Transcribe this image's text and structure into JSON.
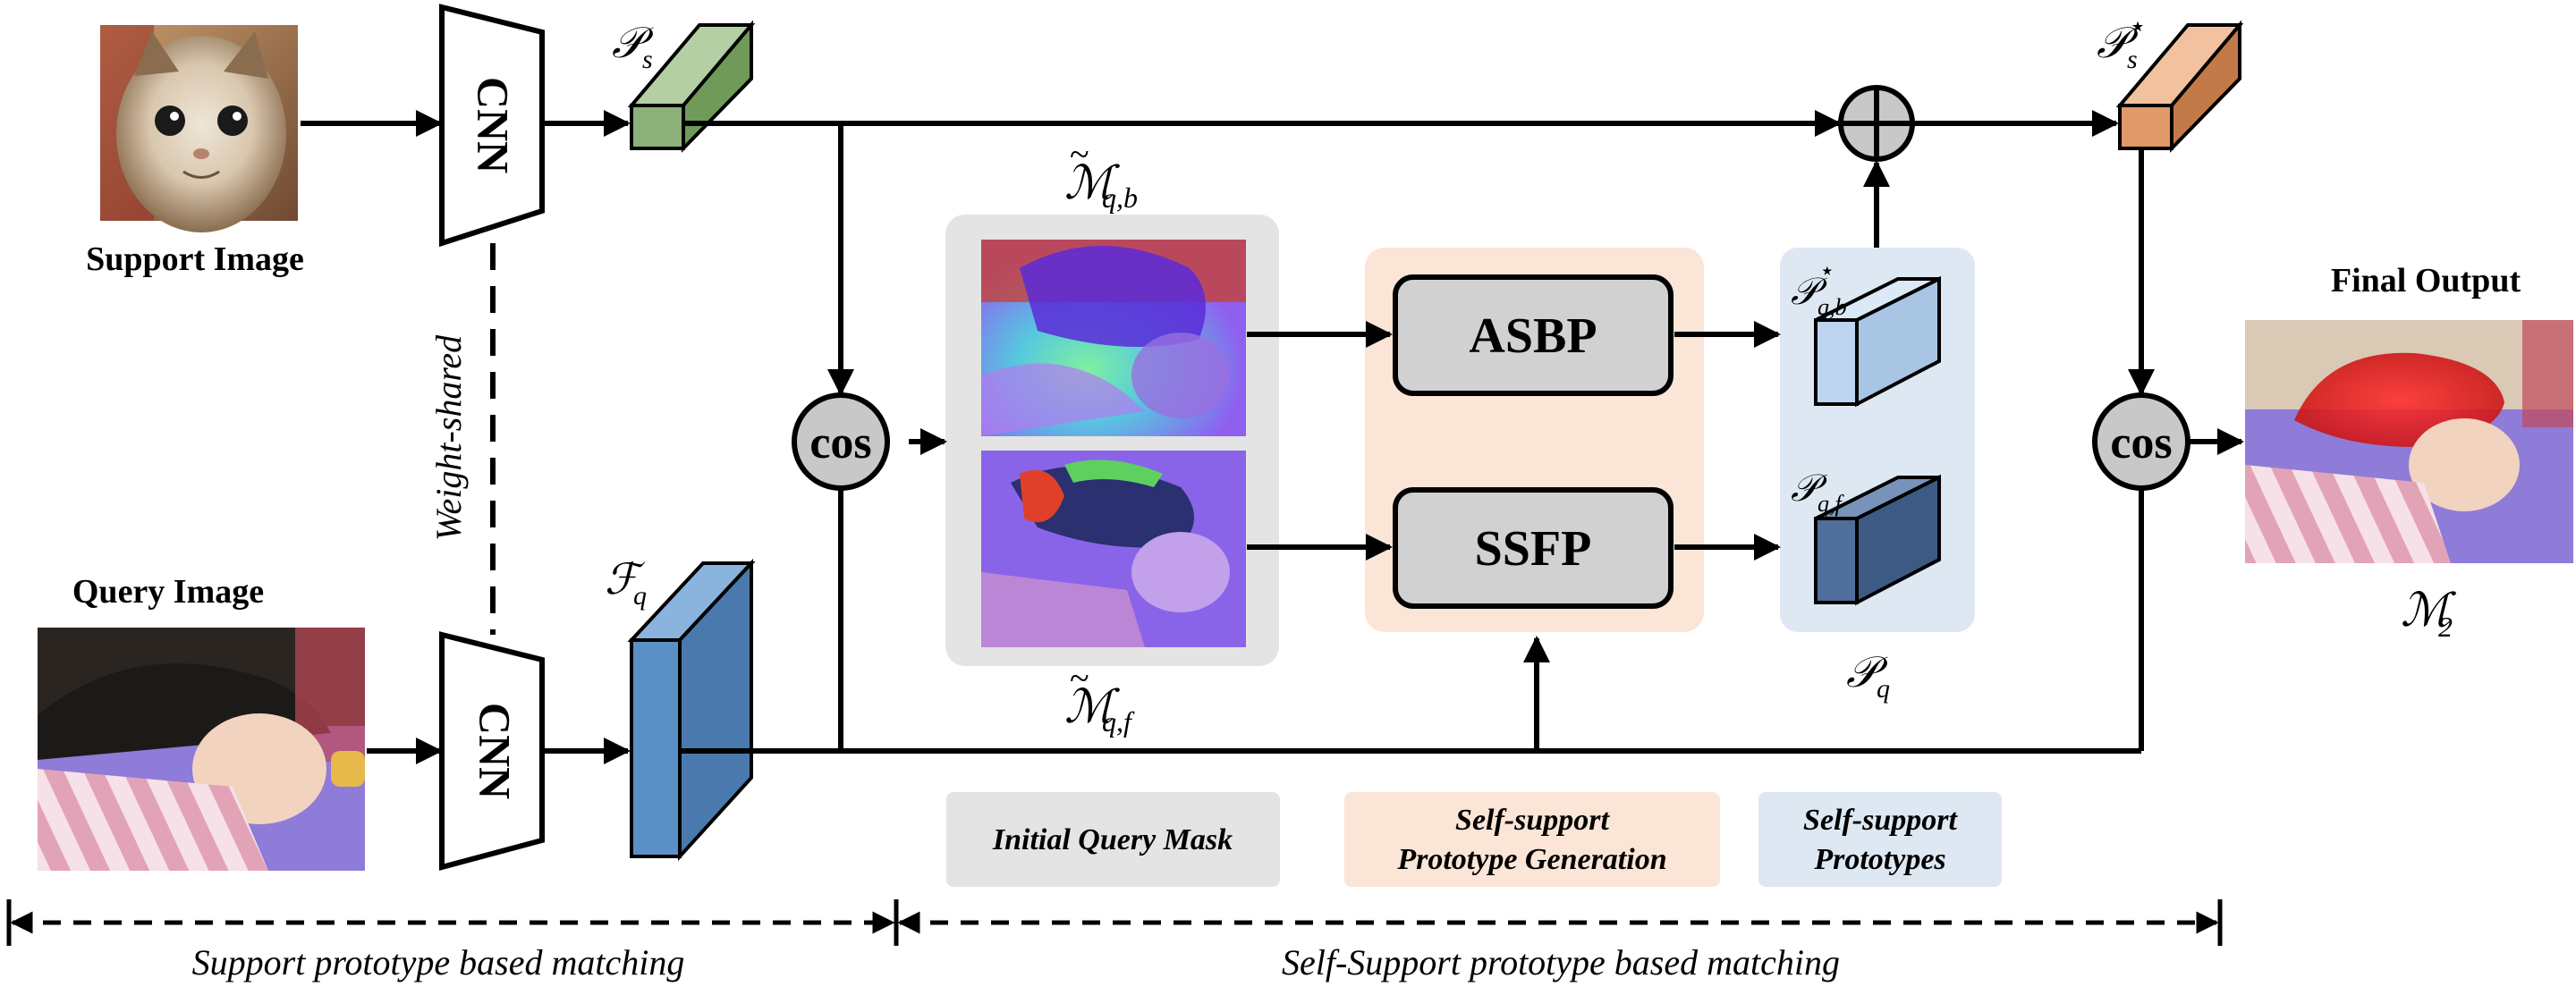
{
  "images": {
    "support_image": {
      "label": "Support Image",
      "subject": "cat"
    },
    "query_image": {
      "label": "Query Image",
      "subject": "cat and sleeping baby"
    },
    "final_output": {
      "label": "Final Output",
      "subject": "mask overlay on cat"
    }
  },
  "blocks": {
    "cnn_top": "CNN",
    "cnn_bottom": "CNN",
    "weight_shared": "Weight-shared",
    "cos_left": "cos",
    "cos_right": "cos",
    "asbp": "ASBP",
    "ssfp": "SSFP"
  },
  "symbols": {
    "ps_base": "𝒫",
    "ps_sub": "s",
    "fq_base": "ℱ",
    "fq_sub": "q",
    "ps_star_base": "𝒫",
    "ps_star_sub": "s",
    "ps_star_sup": "⋆",
    "pqb_base": "𝒫",
    "pqb_sub": "q,b",
    "pqb_sup": "⋆",
    "pqf_base": "𝒫",
    "pqf_sub": "q,f",
    "pq_base": "𝒫",
    "pq_sub": "q",
    "mqb_base": "ℳ",
    "mqb_sub": "q,b",
    "mqb_tilde": "~",
    "mqf_base": "ℳ",
    "mqf_sub": "q,f",
    "mqf_tilde": "~",
    "m2_base": "ℳ",
    "m2_sub": "2"
  },
  "legend": {
    "initial_query_mask": "Initial Query Mask",
    "self_support_generation_line1": "Self-support",
    "self_support_generation_line2": "Prototype Generation",
    "self_support_prototypes_line1": "Self-support",
    "self_support_prototypes_line2": "Prototypes"
  },
  "spans": {
    "support_matching": "Support prototype based matching",
    "self_support_matching": "Self-Support prototype based matching"
  },
  "colors": {
    "gray_panel": "#e4e4e4",
    "peach_panel": "#fbe5d6",
    "blue_panel": "#dde8f3",
    "ps_green": "#8db07a",
    "fq_blue": "#5a90c6",
    "ps_star_orange": "#e09a6a",
    "pqb_light_blue": "#bcd4ee",
    "pqf_dark_blue": "#4f6e9a",
    "node_gray": "#c8c8c8",
    "block_gray": "#d1d1d1"
  }
}
